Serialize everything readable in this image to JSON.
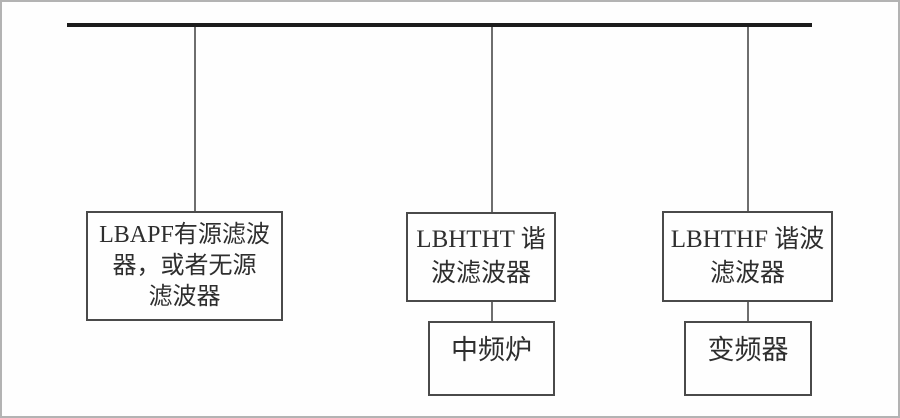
{
  "diagram": {
    "title_hint": "power bus harmonic filter single-line diagram",
    "colors": {
      "bus": "#1c1c1c",
      "connector_line": "#6e6e6e",
      "box_border": "#4a4a4a",
      "text": "#2e2e2e",
      "frame_border": "#b3b3b3",
      "background": "#fefefe"
    },
    "nodes": {
      "filter_left": {
        "lines": [
          "LBAPF有源滤波",
          "器，或者无源",
          "滤波器"
        ]
      },
      "filter_mid": {
        "lines": [
          "LBHTHT 谐",
          "波滤波器"
        ]
      },
      "filter_right": {
        "lines": [
          "LBHTHF 谐波",
          "滤波器"
        ]
      },
      "furnace": {
        "label": "中频炉"
      },
      "inverter": {
        "label": "变频器"
      }
    }
  }
}
